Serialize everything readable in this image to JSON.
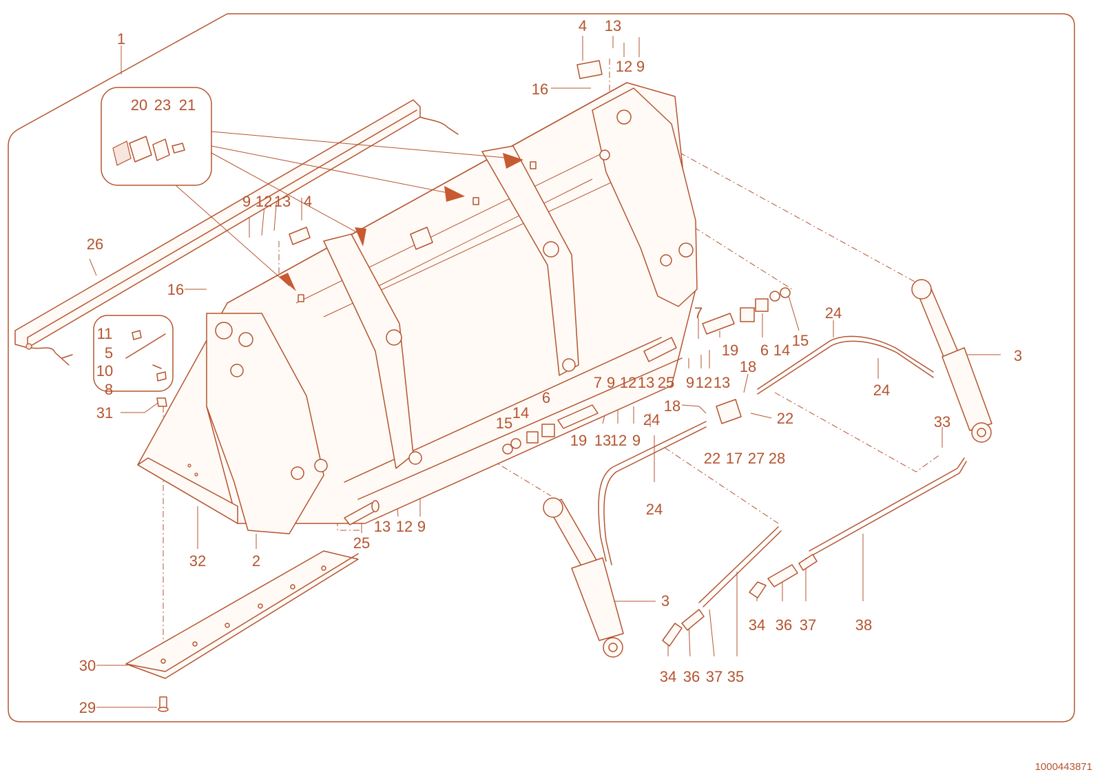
{
  "diagram": {
    "type": "exploded-parts-view",
    "document_number": "1000443871",
    "colors": {
      "line": "#b5532e",
      "arrow": "#c85a32",
      "background": "#ffffff"
    },
    "parts": [
      {
        "text": "1"
      },
      {
        "text": "20"
      },
      {
        "text": "23"
      },
      {
        "text": "21"
      },
      {
        "text": "26"
      },
      {
        "text": "16"
      },
      {
        "text": "9"
      },
      {
        "text": "12"
      },
      {
        "text": "13"
      },
      {
        "text": "4"
      },
      {
        "text": "11"
      },
      {
        "text": "5"
      },
      {
        "text": "10"
      },
      {
        "text": "8"
      },
      {
        "text": "31"
      },
      {
        "text": "32"
      },
      {
        "text": "2"
      },
      {
        "text": "30"
      },
      {
        "text": "29"
      },
      {
        "text": "25"
      },
      {
        "text": "13"
      },
      {
        "text": "12"
      },
      {
        "text": "9"
      },
      {
        "text": "15"
      },
      {
        "text": "14"
      },
      {
        "text": "6"
      },
      {
        "text": "19"
      },
      {
        "text": "13"
      },
      {
        "text": "12"
      },
      {
        "text": "9"
      },
      {
        "text": "7"
      },
      {
        "text": "9"
      },
      {
        "text": "12"
      },
      {
        "text": "13"
      },
      {
        "text": "25"
      },
      {
        "text": "7"
      },
      {
        "text": "9"
      },
      {
        "text": "12"
      },
      {
        "text": "13"
      },
      {
        "text": "19"
      },
      {
        "text": "6"
      },
      {
        "text": "14"
      },
      {
        "text": "15"
      },
      {
        "text": "4"
      },
      {
        "text": "13"
      },
      {
        "text": "12"
      },
      {
        "text": "9"
      },
      {
        "text": "16"
      },
      {
        "text": "24"
      },
      {
        "text": "24"
      },
      {
        "text": "3"
      },
      {
        "text": "18"
      },
      {
        "text": "18"
      },
      {
        "text": "22"
      },
      {
        "text": "22"
      },
      {
        "text": "17"
      },
      {
        "text": "27"
      },
      {
        "text": "28"
      },
      {
        "text": "24"
      },
      {
        "text": "24"
      },
      {
        "text": "33"
      },
      {
        "text": "3"
      },
      {
        "text": "34"
      },
      {
        "text": "36"
      },
      {
        "text": "37"
      },
      {
        "text": "35"
      },
      {
        "text": "34"
      },
      {
        "text": "36"
      },
      {
        "text": "37"
      },
      {
        "text": "38"
      }
    ]
  }
}
